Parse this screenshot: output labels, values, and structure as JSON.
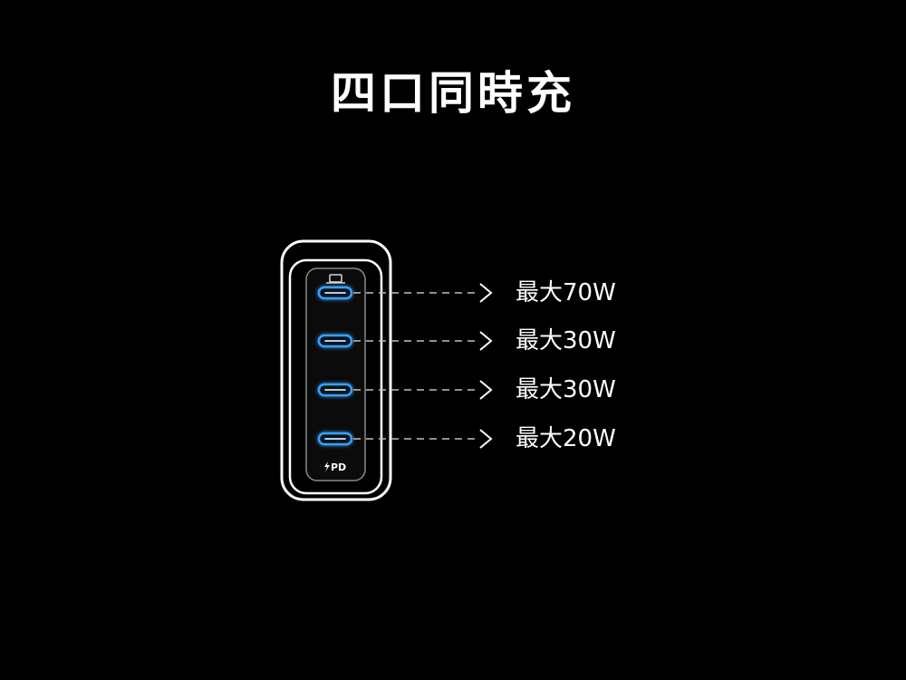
{
  "title": "四口同時充",
  "charger": {
    "badge": "PD",
    "ports": [
      {
        "label": "最大70W"
      },
      {
        "label": "最大30W"
      },
      {
        "label": "最大30W"
      },
      {
        "label": "最大20W"
      }
    ]
  },
  "colors": {
    "background": "#000000",
    "outline": "#ffffff",
    "port_accent": "#3aa0ff",
    "dashed_line": "#bfbfbf"
  },
  "icons": {
    "laptop": "laptop-icon",
    "port": "usb-c-port-icon",
    "arrow": "chevron-right-icon",
    "badge": "lightning-icon"
  }
}
